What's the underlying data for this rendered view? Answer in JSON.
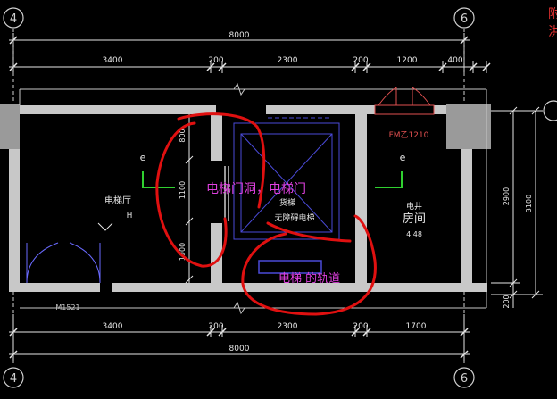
{
  "grid_axes": {
    "left": "4",
    "right": "6"
  },
  "top_dimensions": {
    "overall": "8000",
    "segments": [
      "3400",
      "200",
      "2300",
      "200",
      "1200",
      "400"
    ]
  },
  "bottom_dimensions": {
    "overall": "8000",
    "segments": [
      "3400",
      "200",
      "2300",
      "200",
      "1700"
    ]
  },
  "left_wall_dims": [
    "800",
    "1100",
    "1000"
  ],
  "right_dimensions": {
    "inner": "2900",
    "outer": "3100",
    "bottom": "200"
  },
  "rooms": {
    "lobby_label": "电梯厅",
    "lobby_tag": "H",
    "shaft_label_1": "货梯",
    "shaft_label_2": "无障碍电梯",
    "shaft_room_label_1": "电井",
    "shaft_room_label_2": "房间",
    "shaft_room_level": "4.48"
  },
  "door_labels": {
    "fire_door": "FM乙1210",
    "bottom_door": "M1521"
  },
  "section_marks": [
    "e",
    "e"
  ],
  "annotations": {
    "door_opening_note": "电梯门洞，电梯门",
    "rail_note": "电梯 的轨道"
  },
  "corner_text": [
    "附",
    "洪"
  ],
  "colors": {
    "wall": "#c8c8c8",
    "dimension": "#e6e6e6",
    "axis": "#d0d0d0",
    "shaft": "#4a4ad8",
    "note": "#e040e0",
    "circle": "#e01010",
    "section": "#30d030",
    "door_red": "#e05050",
    "corner": "#e03030"
  }
}
